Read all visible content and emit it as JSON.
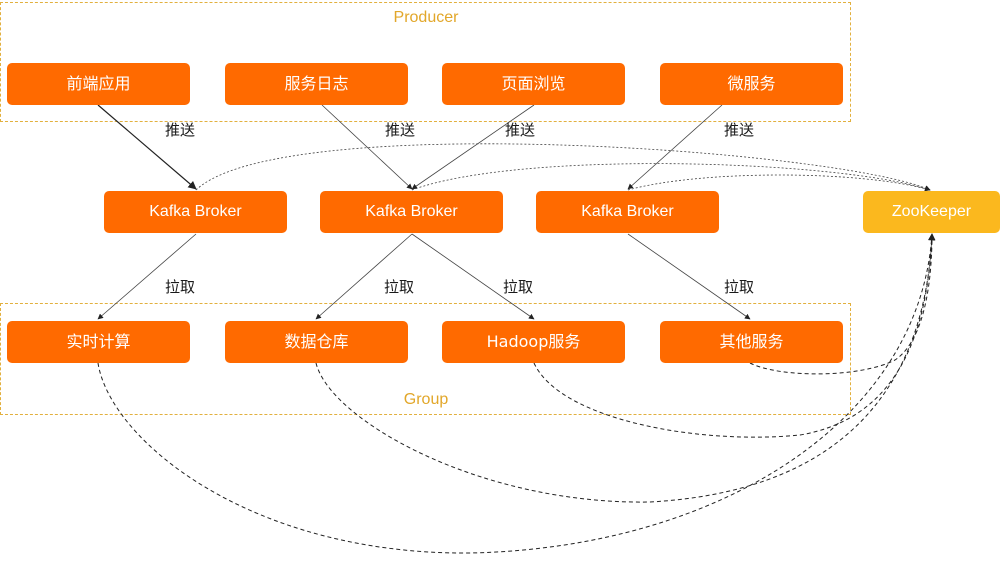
{
  "groups": {
    "producer": {
      "title": "Producer"
    },
    "consumer": {
      "title": "Group"
    }
  },
  "producers": [
    {
      "id": "p1",
      "label": "前端应用"
    },
    {
      "id": "p2",
      "label": "服务日志"
    },
    {
      "id": "p3",
      "label": "页面浏览"
    },
    {
      "id": "p4",
      "label": "微服务"
    }
  ],
  "brokers": [
    {
      "id": "b1",
      "label": "Kafka Broker"
    },
    {
      "id": "b2",
      "label": "Kafka Broker"
    },
    {
      "id": "b3",
      "label": "Kafka Broker"
    }
  ],
  "zookeeper": {
    "label": "ZooKeeper"
  },
  "consumers": [
    {
      "id": "c1",
      "label": "实时计算"
    },
    {
      "id": "c2",
      "label": "数据仓库"
    },
    {
      "id": "c3",
      "label": "Hadoop服务"
    },
    {
      "id": "c4",
      "label": "其他服务"
    }
  ],
  "edge_labels": {
    "push": "推送",
    "pull": "拉取"
  },
  "colors": {
    "node": "#ff6a00",
    "zookeeper": "#fbb81e",
    "frame": "#e2b03e",
    "frame_title": "#e2a72a"
  }
}
